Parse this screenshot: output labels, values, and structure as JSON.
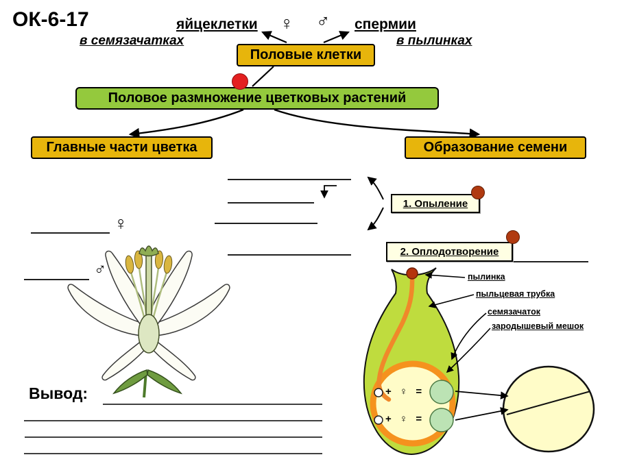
{
  "title": {
    "code": "ОК-6-17"
  },
  "top": {
    "egg_cells": "яйцеклетки",
    "female": "♀",
    "male": "♂",
    "sperm": "спермии",
    "in_ovules": "в семязачатках",
    "in_pollen": "в пылинках"
  },
  "boxes": {
    "sex_cells": "Половые клетки",
    "main": "Половое размножение цветковых растений",
    "flower_parts": "Главные части цветка",
    "seed_formation": "Образование семени",
    "pollination": "1. Опыление",
    "fertilization": "2. Оплодотворение"
  },
  "flower": {
    "female": "♀",
    "male": "♂"
  },
  "pistil": {
    "labels": {
      "pollen_grain": "пылинка",
      "pollen_tube": "пыльцевая трубка",
      "ovule": "семязачаток",
      "embryo_sac": "зародышевый мешок"
    },
    "formulas": [
      "+ ♀ =",
      "+ ♀ ="
    ]
  },
  "conclusion": {
    "label": "Вывод:"
  },
  "colors": {
    "gold": "#E7B50C",
    "green": "#94C93D",
    "red": "#E32020",
    "brown": "#B03A10",
    "cream": "#FFFFE3",
    "pistil_green": "#BFDC3E",
    "tube_orange": "#F0882A",
    "ovule_ring": "#F5921E",
    "pale_yellow": "#FFFCC8",
    "cell_green": "#BCE3B4"
  }
}
